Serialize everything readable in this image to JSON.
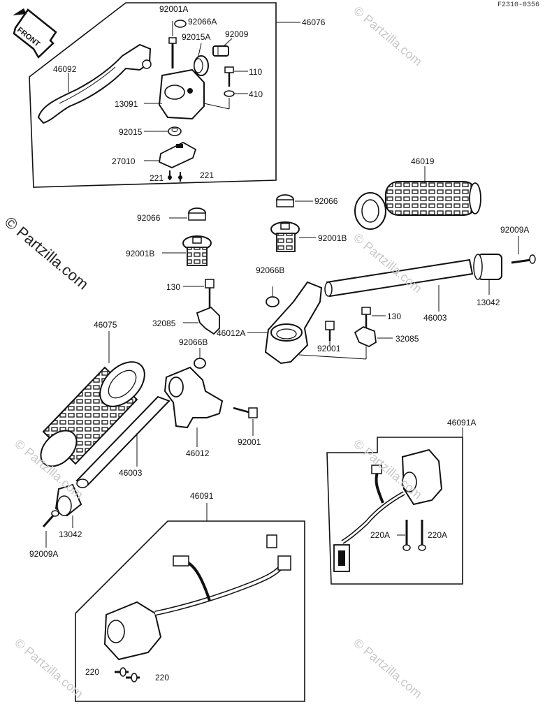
{
  "diagram_code": "F2310-0356",
  "front_marker": "FRONT",
  "watermark_main": "© Partzilla.com",
  "watermark_tile": "© Partzilla.com",
  "labels": {
    "l46076": "46076",
    "l92001A_top": "92001A",
    "l92066A": "92066A",
    "l92015A": "92015A",
    "l92009": "92009",
    "l46092": "46092",
    "l110": "110",
    "l410": "410",
    "l13091": "13091",
    "l92015": "92015",
    "l27010": "27010",
    "l221a": "221",
    "l221b": "221",
    "l46019": "46019",
    "l92066_right": "92066",
    "l92001B_right": "92001B",
    "l92009A_right": "92009A",
    "l92066_left": "92066",
    "l92001B_left": "92001B",
    "l92066B_right": "92066B",
    "l46003_right": "46003",
    "l13042_right": "13042",
    "l130_left": "130",
    "l130_right": "130",
    "l32085_left": "32085",
    "l46012A": "46012A",
    "l92001_mid": "92001",
    "l32085_right": "32085",
    "l46075": "46075",
    "l92066B_left": "92066B",
    "l92001_lower": "92001",
    "l46012": "46012",
    "l46003_left": "46003",
    "l46091A": "46091A",
    "l13042_left": "13042",
    "l92009A_left": "92009A",
    "l46091": "46091",
    "l220Aa": "220A",
    "l220Ab": "220A",
    "l220a": "220",
    "l220b": "220"
  }
}
